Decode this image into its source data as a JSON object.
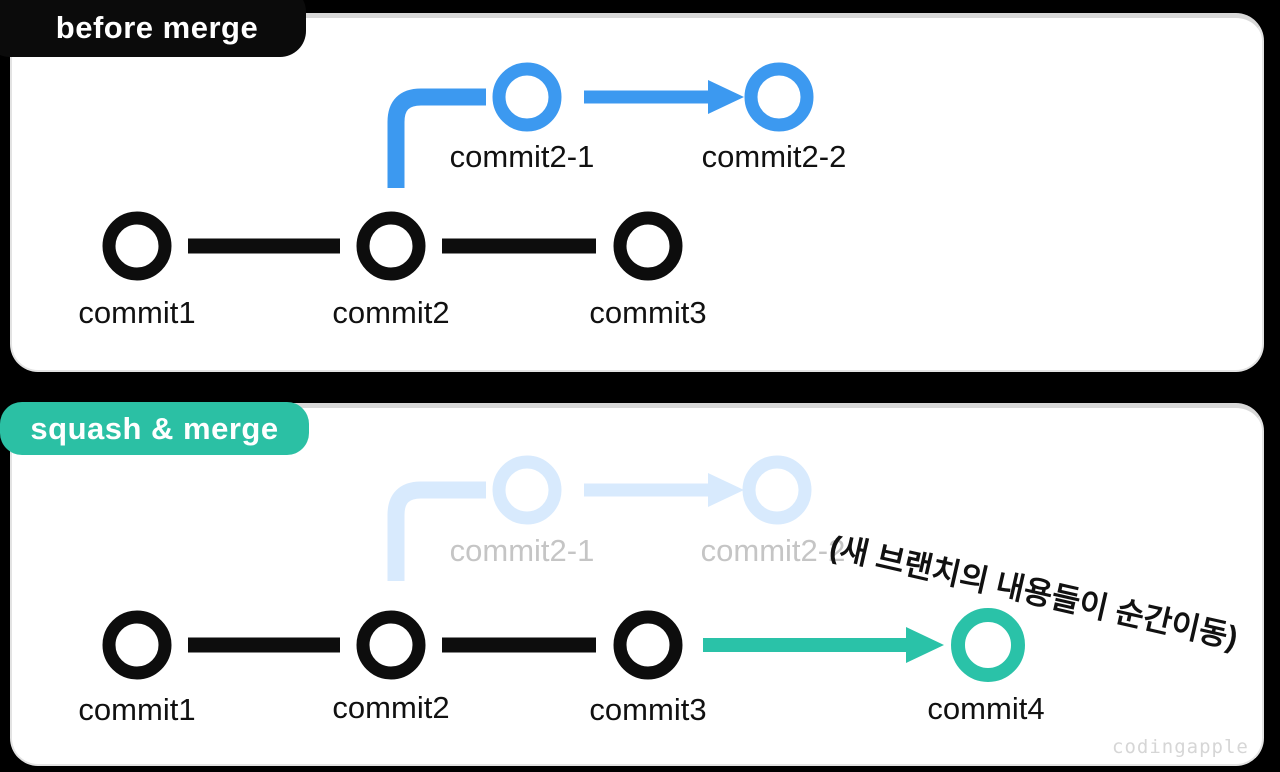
{
  "before_panel": {
    "badge": "before merge",
    "main_commits": [
      "commit1",
      "commit2",
      "commit3"
    ],
    "branch_commits": [
      "commit2-1",
      "commit2-2"
    ]
  },
  "after_panel": {
    "badge": "squash & merge",
    "main_commits": [
      "commit1",
      "commit2",
      "commit3"
    ],
    "faded_branch_commits": [
      "commit2-1",
      "commit2-2"
    ],
    "merged_commit": "commit4",
    "annotation": "(새 브랜치의 내용들이 순간이동)"
  },
  "watermark": "codingapple",
  "colors": {
    "background": "#000000",
    "panel": "#ffffff",
    "panel_edge": "#d8d8d8",
    "badge_before": "#0b0b0b",
    "badge_after": "#2bc0a4",
    "branch_blue": "#3c99f0",
    "branch_faded_blue": "#d8eafd",
    "faded_label_gray": "#c5c5c5",
    "merge_teal": "#2ac2a8",
    "node_black": "#0d0d0d",
    "label_text": "#111111",
    "watermark_gray": "#d6d6d6"
  }
}
